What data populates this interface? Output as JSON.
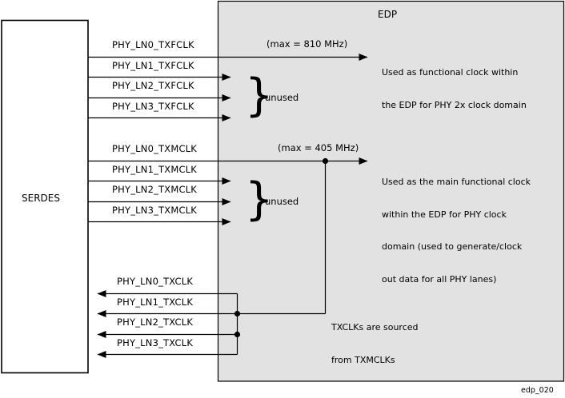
{
  "figure": {
    "id": "edp_020",
    "serdes_block_label": "SERDES",
    "edp_block_label": "EDP"
  },
  "groups": {
    "txfclk": {
      "signals": [
        "PHY_LN0_TXFCLK",
        "PHY_LN1_TXFCLK",
        "PHY_LN2_TXFCLK",
        "PHY_LN3_TXFCLK"
      ],
      "freq_note": "(max = 810 MHz)",
      "unused_label": "unused",
      "description": "Used as functional clock within\nthe EDP for PHY 2x clock domain",
      "description_lines": [
        "Used as functional clock within",
        "the EDP for PHY 2x clock domain"
      ]
    },
    "txmclk": {
      "signals": [
        "PHY_LN0_TXMCLK",
        "PHY_LN1_TXMCLK",
        "PHY_LN2_TXMCLK",
        "PHY_LN3_TXMCLK"
      ],
      "freq_note": "(max = 405 MHz)",
      "unused_label": "unused",
      "description_lines": [
        "Used as the main functional clock",
        "within the EDP for PHY clock",
        "domain (used to generate/clock",
        "out data for all PHY lanes)"
      ]
    },
    "txclk": {
      "signals": [
        "PHY_LN0_TXCLK",
        "PHY_LN1_TXCLK",
        "PHY_LN2_TXCLK",
        "PHY_LN3_TXCLK"
      ],
      "description_lines": [
        "TXCLKs are sourced",
        "from TXMCLKs"
      ]
    }
  },
  "colors": {
    "edp_fill": "#e2e2e2",
    "stroke": "#000000",
    "serdes_fill": "#ffffff",
    "page_bg": "#ffffff"
  }
}
